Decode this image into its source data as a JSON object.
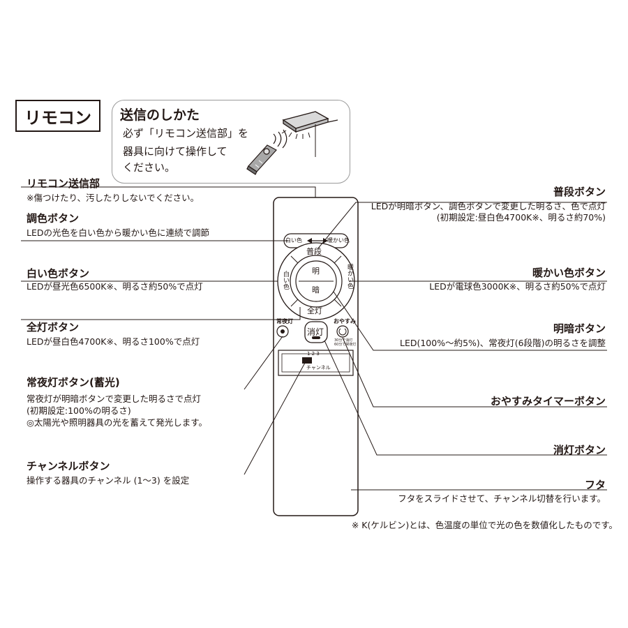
{
  "header": {
    "title": "リモコン"
  },
  "howto": {
    "title": "送信のしかた",
    "lines": [
      "必ず「リモコン送信部」を",
      "器具に向けて操作して",
      "ください。"
    ]
  },
  "left_labels": [
    {
      "key": "transmitter",
      "title": "リモコン送信部",
      "desc": [
        "※傷つけたり、汚したりしないでください。"
      ]
    },
    {
      "key": "color",
      "title": "調色ボタン",
      "desc": [
        "LEDの光色を白い色から暖かい色に連続で調節"
      ]
    },
    {
      "key": "white",
      "title": "白い色ボタン",
      "desc": [
        "LEDが昼光色6500K※、明るさ約50%で点灯"
      ]
    },
    {
      "key": "full",
      "title": "全灯ボタン",
      "desc": [
        "LEDが昼白色4700K※、明るさ100%で点灯"
      ]
    },
    {
      "key": "nightlight",
      "title": "常夜灯ボタン(蓄光)",
      "desc": [
        "常夜灯が明暗ボタンで変更した明るさで点灯",
        "(初期設定:100%の明るさ)",
        "◎太陽光や照明器具の光を蓄えて発光します。"
      ]
    },
    {
      "key": "channel",
      "title": "チャンネルボタン",
      "desc": [
        "操作する器具のチャンネル (1〜3) を設定"
      ]
    }
  ],
  "right_labels": [
    {
      "key": "normal",
      "title": "普段ボタン",
      "desc": [
        "LEDが明暗ボタン、調色ボタンで変更した明るさ、色で点灯",
        "(初期設定:昼白色4700K※、明るさ約70%)"
      ]
    },
    {
      "key": "warm",
      "title": "暖かい色ボタン",
      "desc": [
        "LEDが電球色3000K※、明るさ約50%で点灯"
      ]
    },
    {
      "key": "brightness",
      "title": "明暗ボタン",
      "desc": [
        "LED(100%〜約5%)、常夜灯(6段階)の明るさを調整"
      ]
    },
    {
      "key": "sleep",
      "title": "おやすみタイマーボタン",
      "desc": []
    },
    {
      "key": "off",
      "title": "消灯ボタン",
      "desc": []
    },
    {
      "key": "lid",
      "title": "フタ",
      "desc": [
        "フタをスライドさせて、チャンネル切替を行います。"
      ]
    }
  ],
  "footnote": "※ K(ケルビン)とは、色温度の単位で光の色を数値化したものです。",
  "remote": {
    "arrow_left": "白い色",
    "arrow_right": "暖かい色",
    "top_btn": "普段",
    "left_btn": "白い色",
    "right_btn": "暖かい色",
    "bottom_btn": "全灯",
    "center_top": "明",
    "center_bottom": "暗",
    "night_label": "常夜灯",
    "off_btn": "消灯",
    "sleep_label": "おやすみ",
    "sleep_note1": "30分で消灯",
    "sleep_note2": "60分で常夜灯",
    "channel_nums": "1 2 3",
    "channel_label": "チャンネル"
  }
}
